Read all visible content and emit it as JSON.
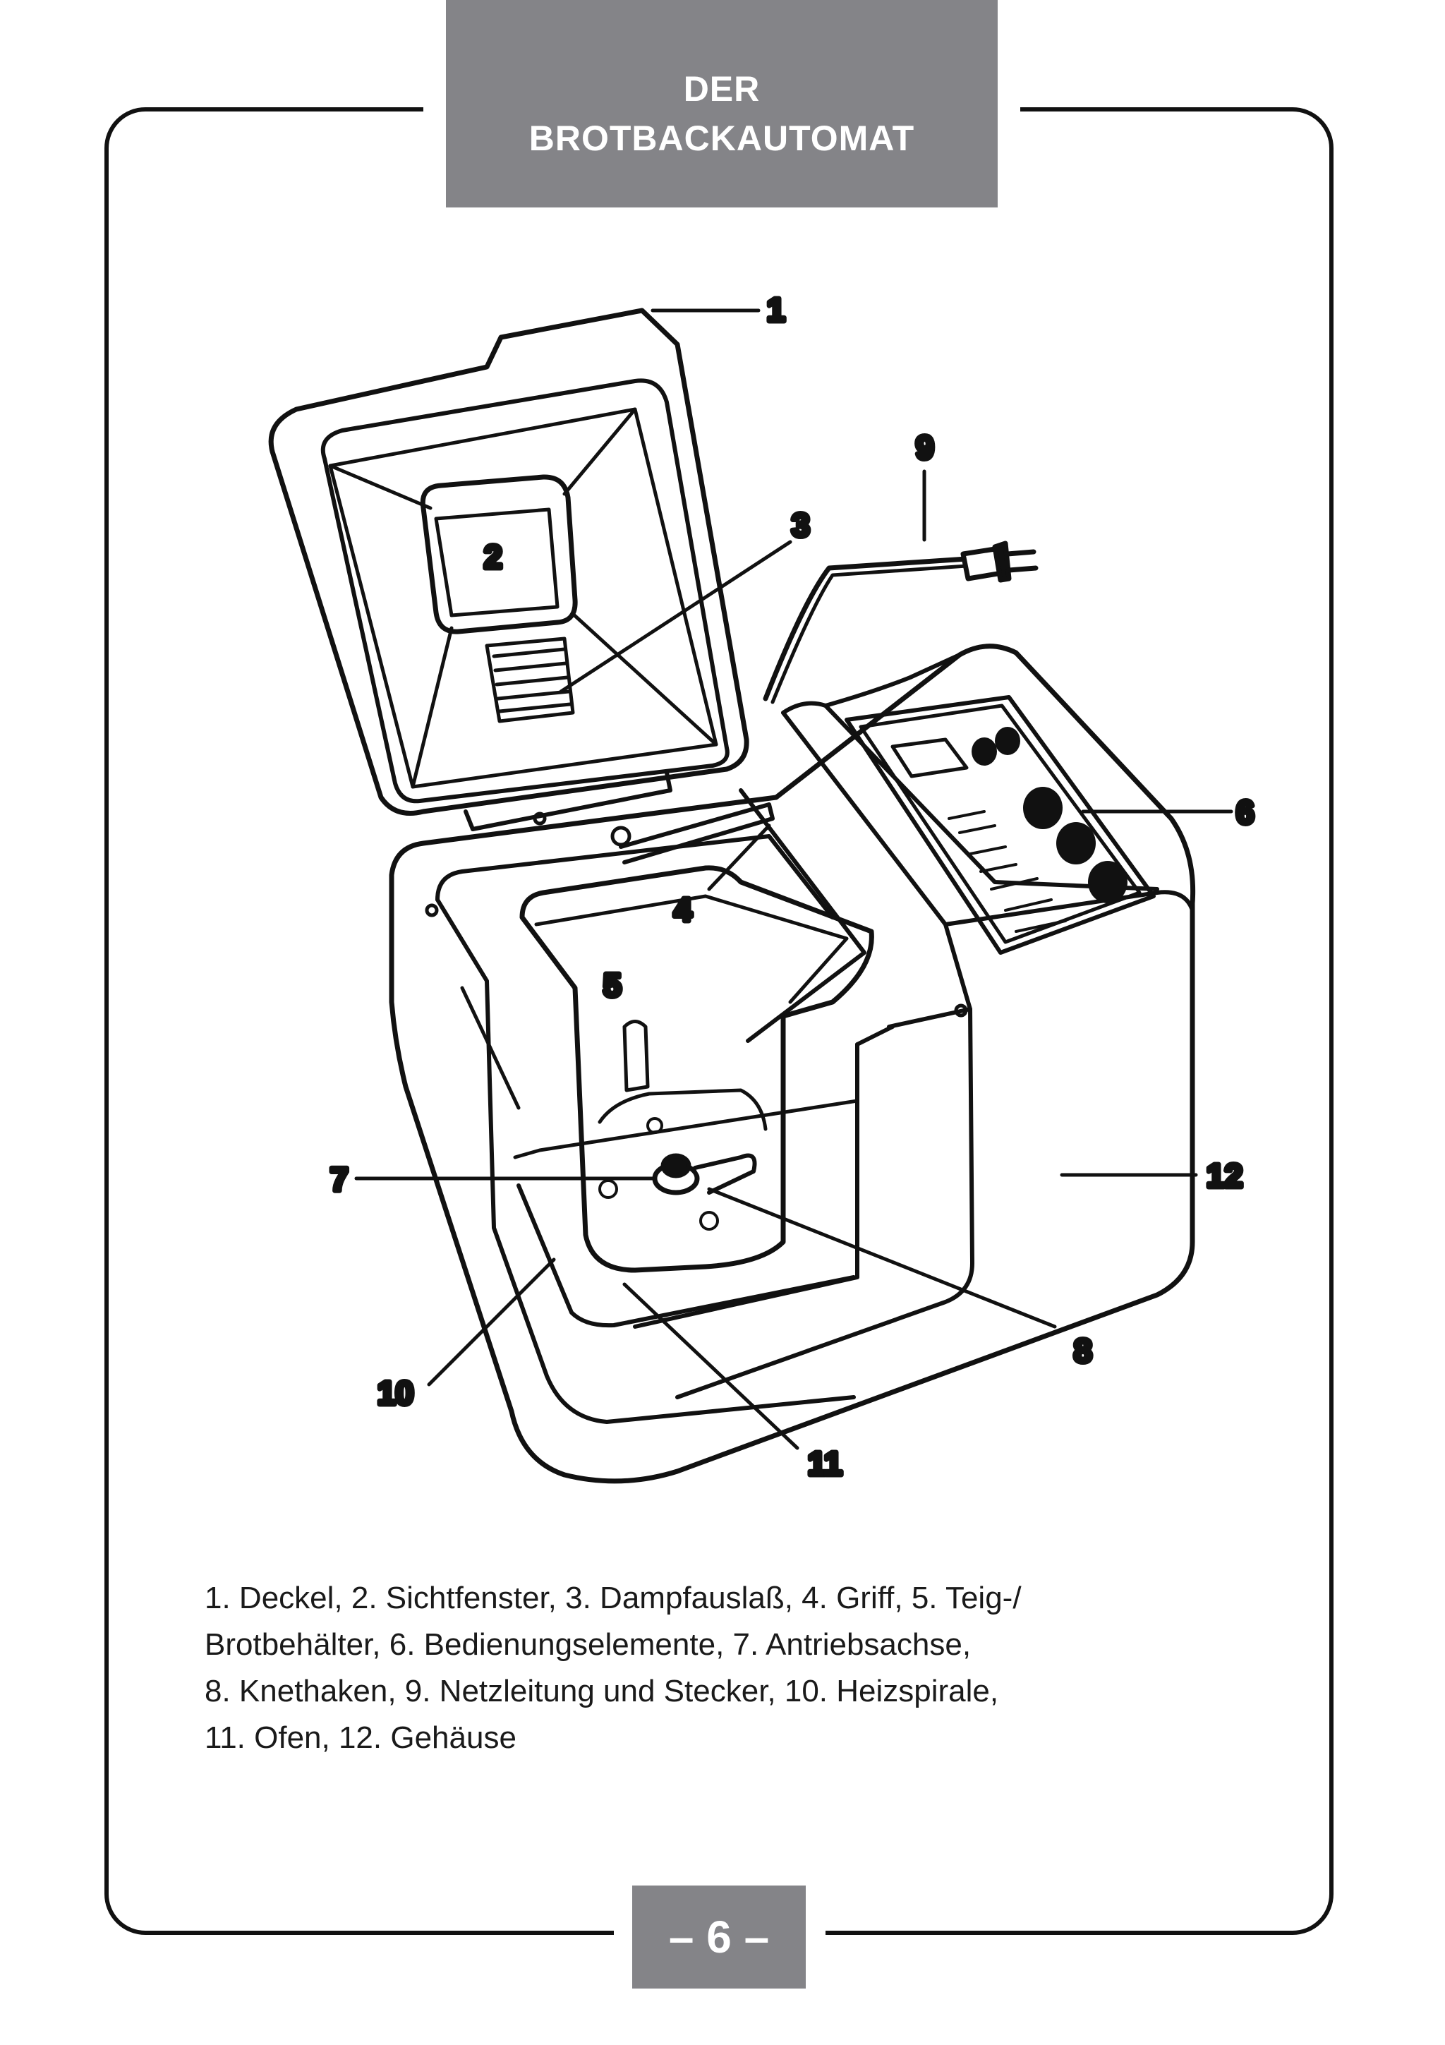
{
  "header": {
    "title_line1": "DER",
    "title_line2": "BROTBACKAUTOMAT"
  },
  "diagram": {
    "callouts": [
      "1",
      "2",
      "3",
      "4",
      "5",
      "6",
      "7",
      "8",
      "9",
      "10",
      "11",
      "12"
    ]
  },
  "legend": {
    "line1": "1. Deckel, 2. Sichtfenster, 3. Dampfauslaß, 4. Griff,  5. Teig-/",
    "line2": "Brotbehälter, 6. Bedienungselemente, 7. Antriebsachse,",
    "line3": "8. Knethaken, 9. Netzleitung und Stecker, 10. Heizspirale,",
    "line4": "11. Ofen, 12. Gehäuse"
  },
  "footer": {
    "page_number": "– 6 –"
  },
  "colors": {
    "header_bg": "#848488",
    "line": "#111111"
  }
}
